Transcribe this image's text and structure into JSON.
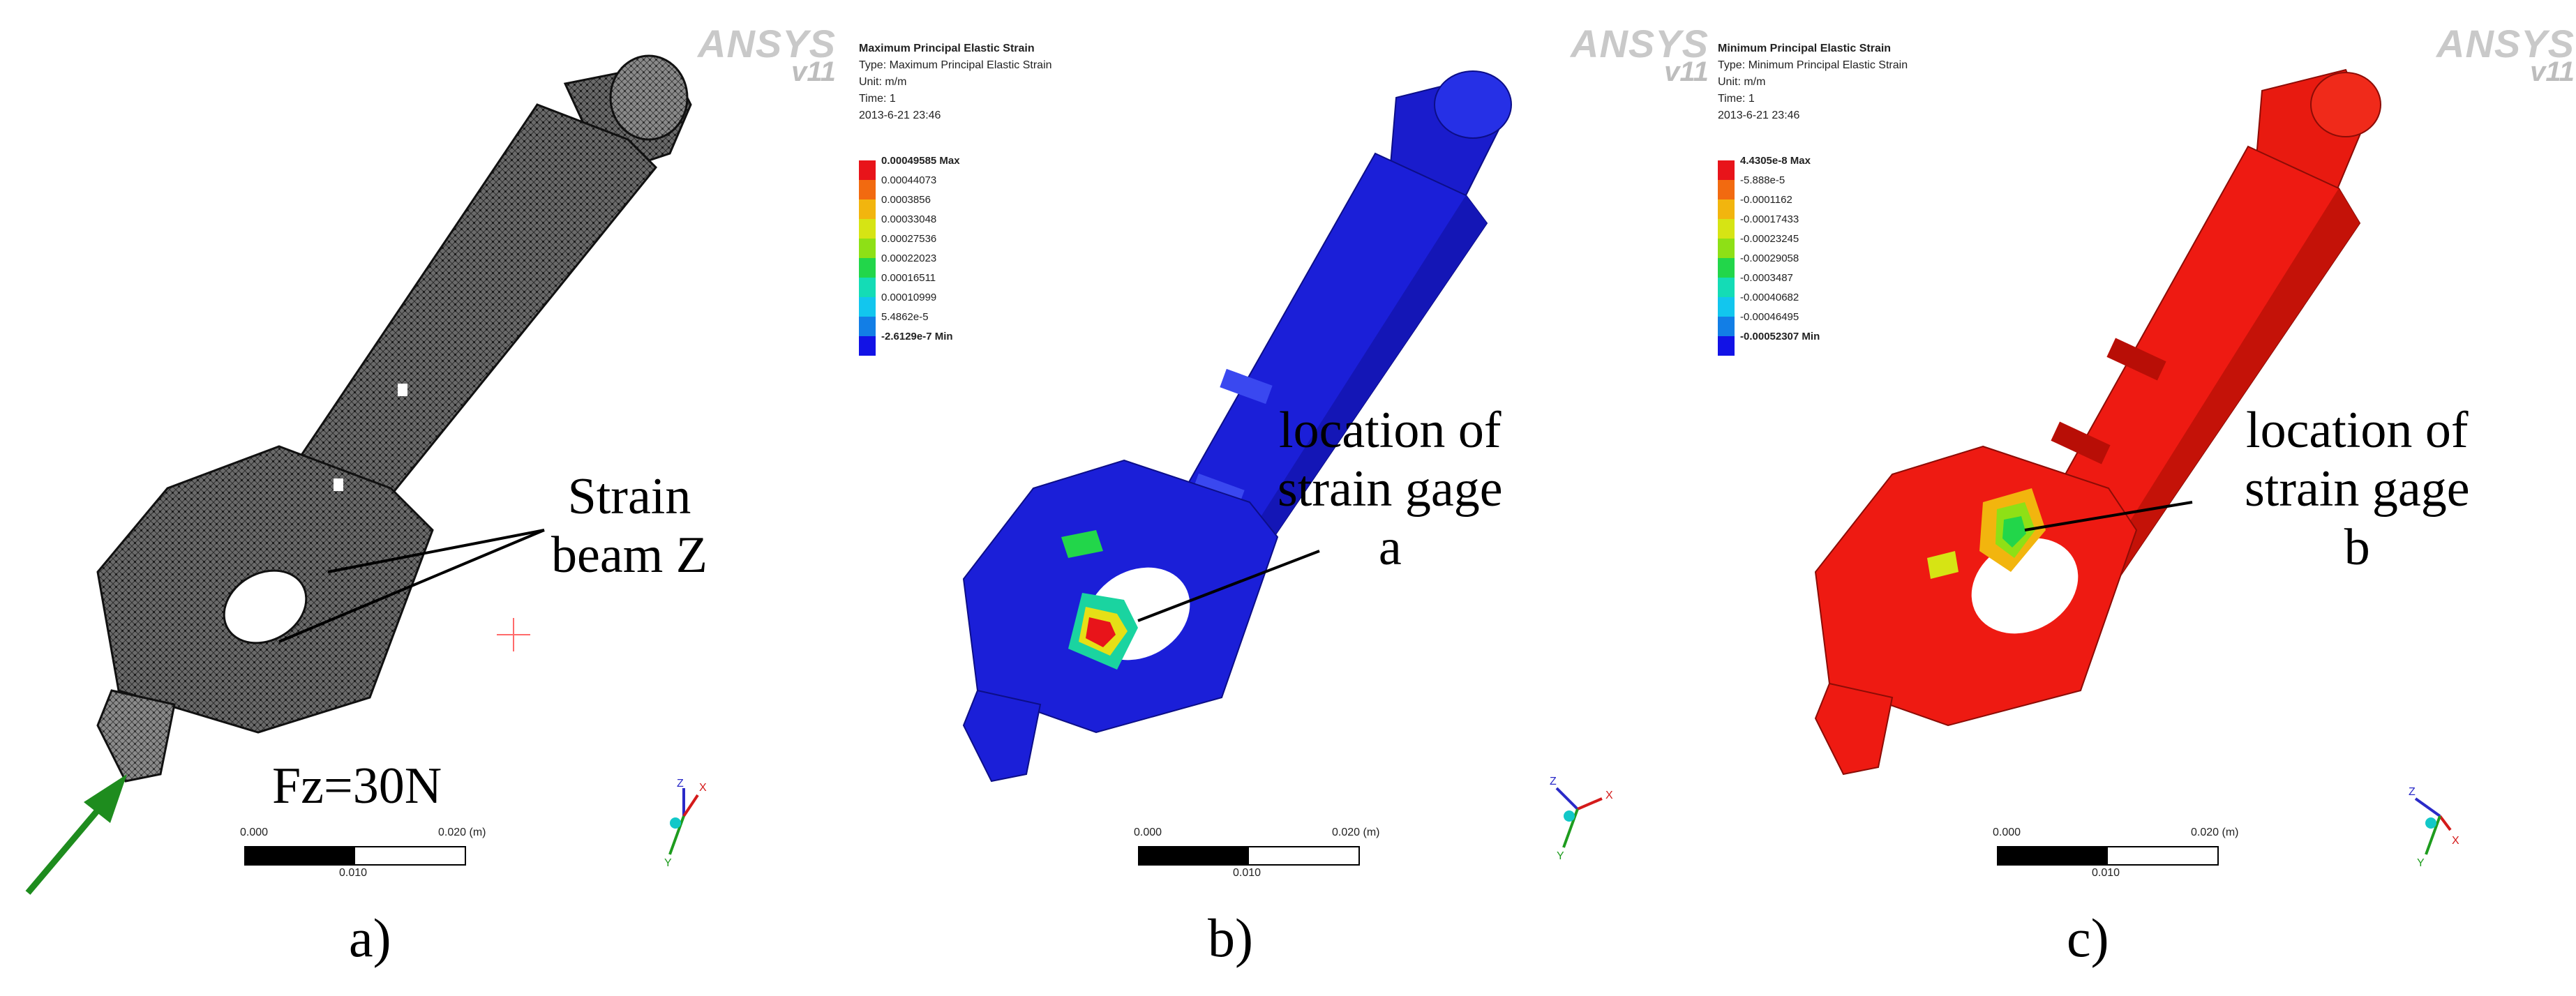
{
  "brand": {
    "logo_main": "ANSYS",
    "logo_version": "v11"
  },
  "colors": {
    "legend_a": [
      "#e8141a",
      "#f26a10",
      "#f2b50e",
      "#d6e414",
      "#8ee016",
      "#22d64a",
      "#14dcb6",
      "#12c6ee",
      "#127ee6",
      "#1212e6"
    ],
    "legend_c": [
      "#e8141a",
      "#f26a10",
      "#f2b50e",
      "#d6e414",
      "#8ee016",
      "#22d64a",
      "#14dcb6",
      "#12c6ee",
      "#127ee6",
      "#1212e6"
    ],
    "model_b": "#1b1fd8",
    "model_c": "#ee1a12",
    "force_arrow": "#1e8c1e"
  },
  "panel_a": {
    "callout": [
      "Strain",
      "beam Z"
    ],
    "force_label": "Fz=30N",
    "sublabel": "a)",
    "scale": {
      "left": "0.000",
      "right": "0.020 (m)",
      "mid": "0.010"
    },
    "triad": {
      "x": "X",
      "y": "Y",
      "z": "Z"
    }
  },
  "panel_b": {
    "title": "Maximum Principal Elastic Strain",
    "type_line": "Type: Maximum Principal Elastic Strain",
    "unit_line": "Unit: m/m",
    "time_line": "Time: 1",
    "date_line": "2013-6-21 23:46",
    "legend_labels": [
      "0.00049585 Max",
      "0.00044073",
      "0.0003856",
      "0.00033048",
      "0.00027536",
      "0.00022023",
      "0.00016511",
      "0.00010999",
      "5.4862e-5",
      "-2.6129e-7 Min"
    ],
    "callout": [
      "location of",
      "strain gage",
      "a"
    ],
    "sublabel": "b)",
    "scale": {
      "left": "0.000",
      "right": "0.020 (m)",
      "mid": "0.010"
    },
    "triad": {
      "x": "X",
      "y": "Y",
      "z": "Z"
    }
  },
  "panel_c": {
    "title": "Minimum Principal Elastic Strain",
    "type_line": "Type: Minimum Principal Elastic Strain",
    "unit_line": "Unit: m/m",
    "time_line": "Time: 1",
    "date_line": "2013-6-21 23:46",
    "legend_labels": [
      "4.4305e-8 Max",
      "-5.888e-5",
      "-0.0001162",
      "-0.00017433",
      "-0.00023245",
      "-0.00029058",
      "-0.0003487",
      "-0.00040682",
      "-0.00046495",
      "-0.00052307 Min"
    ],
    "callout": [
      "location of",
      "strain gage",
      "b"
    ],
    "sublabel": "c)",
    "scale": {
      "left": "0.000",
      "right": "0.020 (m)",
      "mid": "0.010"
    },
    "triad": {
      "x": "X",
      "y": "Y",
      "z": "Z"
    }
  }
}
